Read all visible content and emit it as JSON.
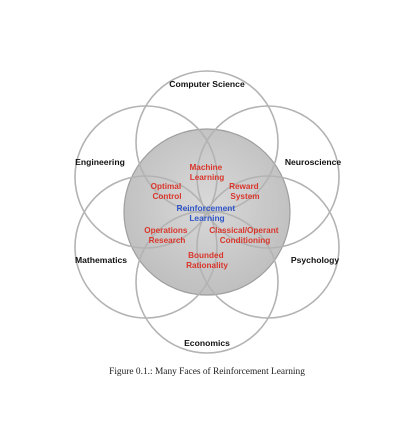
{
  "diagram": {
    "outer_labels": {
      "top": "Computer Science",
      "upper_left": "Engineering",
      "upper_right": "Neuroscience",
      "lower_left": "Mathematics",
      "lower_right": "Psychology",
      "bottom": "Economics"
    },
    "inner_labels": {
      "machine_learning": [
        "Machine",
        "Learning"
      ],
      "optimal_control": [
        "Optimal",
        "Control"
      ],
      "reward_system": [
        "Reward",
        "System"
      ],
      "operations_research": [
        "Operations",
        "Research"
      ],
      "classical_operant_conditioning": [
        "Classical/Operant",
        "Conditioning"
      ],
      "bounded_rationality": [
        "Bounded",
        "Rationality"
      ]
    },
    "center_label": [
      "Reinforcement",
      "Learning"
    ],
    "colors": {
      "circle_stroke": "#b3b3b3",
      "center_fill": "#cfcfcf",
      "inner_text": "#d9362b",
      "center_text": "#2f55c9",
      "outer_text": "#111111"
    }
  },
  "caption": "Figure 0.1.: Many Faces of Reinforcement Learning"
}
